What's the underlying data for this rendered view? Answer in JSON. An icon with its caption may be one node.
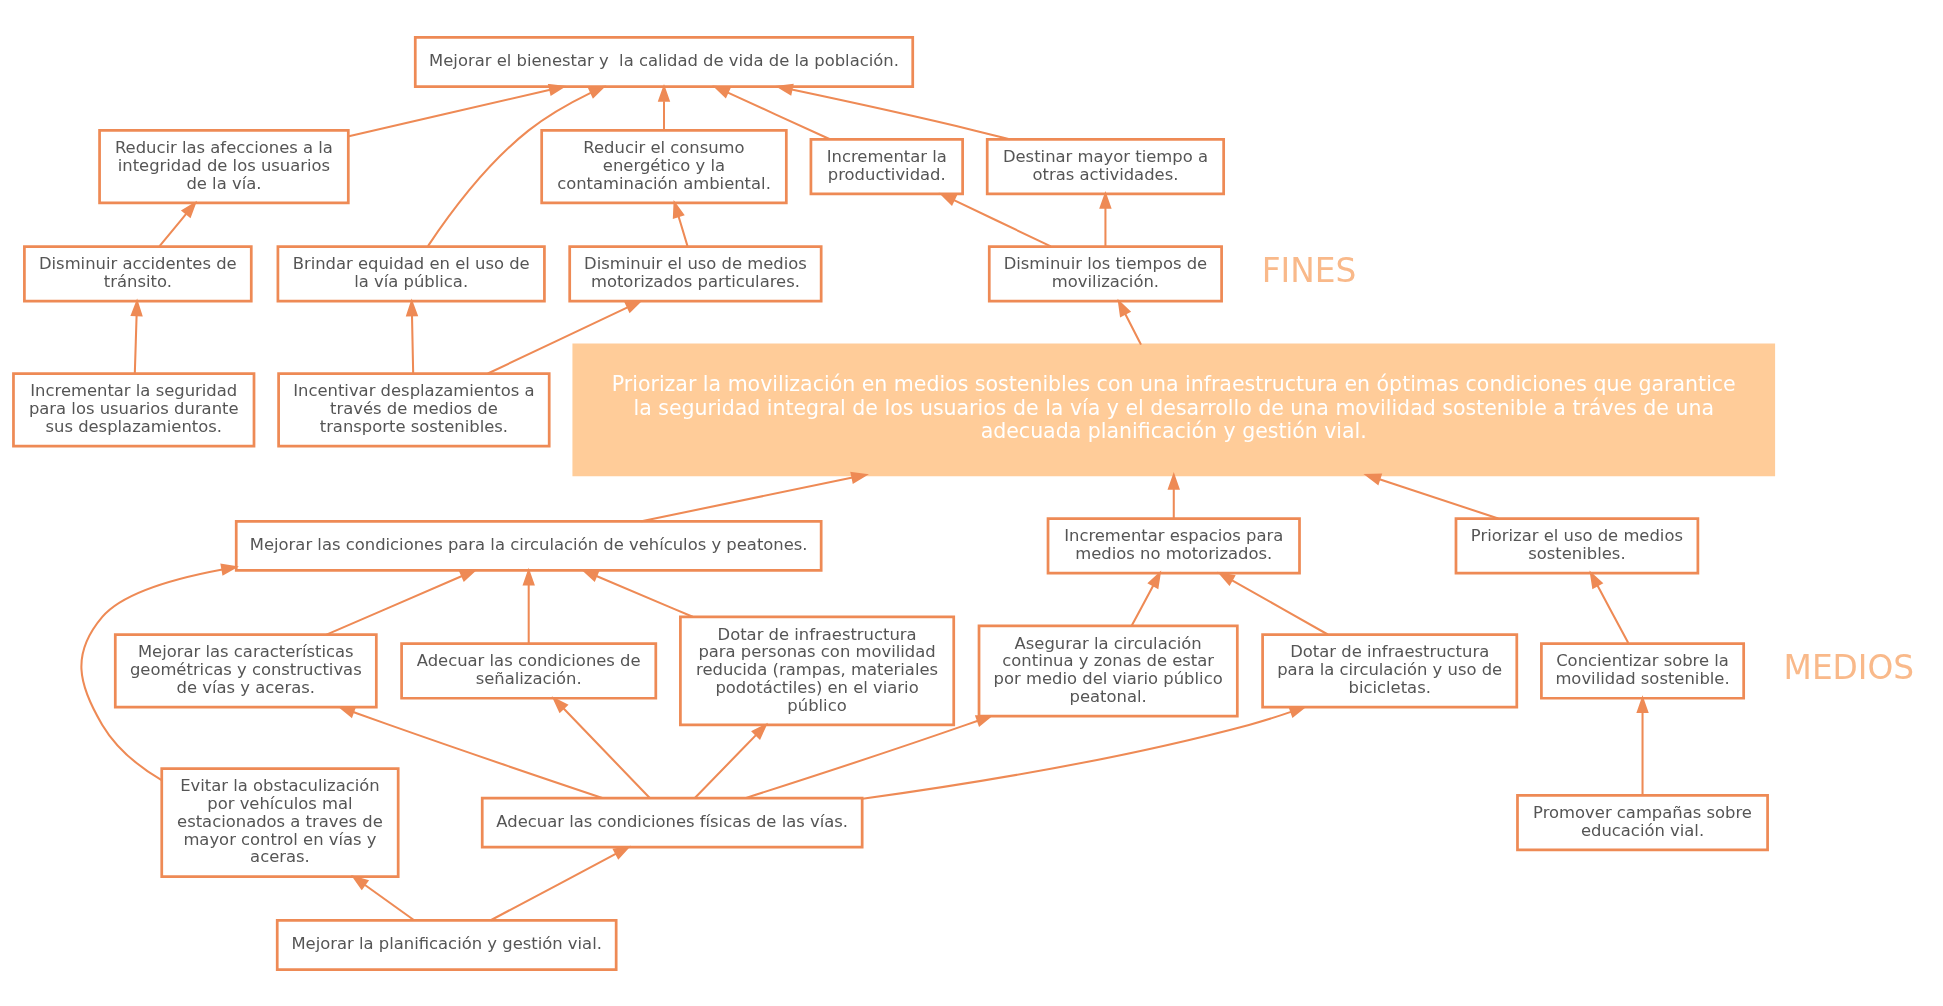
{
  "diagram": {
    "nodes": [
      {
        "text": [
          "Mejorar el bienestar y  la calidad de vida de la población."
        ]
      },
      {
        "text": [
          "Reducir las afecciones a la integridad de los usuarios de la vía."
        ]
      },
      {
        "text": [
          "Brindar equidad en el uso de la vía pública."
        ]
      },
      {
        "text": [
          "Reducir el consumo energético y la contaminación ambiental."
        ]
      },
      {
        "text": [
          "Disminuir accidentes de tránsito."
        ]
      },
      {
        "text": [
          "Disminuir el uso de medios motorizados particulares."
        ]
      },
      {
        "text": [
          "Incrementar la productividad."
        ]
      },
      {
        "text": [
          "Destinar mayor tiempo a otras actividades."
        ]
      },
      {
        "text": [
          "Incrementar la seguridad para los usuarios durante sus desplazamientos."
        ]
      },
      {
        "text": [
          "Incentivar desplazamientos a través de medios de transporte sostenibles."
        ]
      },
      {
        "text": [
          "Disminuir los tiempos de movilización."
        ]
      },
      {
        "text": [
          "Priorizar la movilización en medios sostenibles con una infraestructura en óptimas condiciones que garantice la seguridad integral de los usuarios de la vía y el desarrollo de una movilidad sostenible a tráves de una adecuada planificación y gestión vial."
        ]
      },
      {
        "text": [
          "Incrementar espacios para medios no motorizados."
        ]
      },
      {
        "text": [
          "Mejorar las condiciones para la circulación de vehículos y peatones."
        ]
      },
      {
        "text": [
          "Priorizar el uso de medios sostenibles."
        ]
      },
      {
        "text": [
          "Asegurar la circulación continua y zonas de estar por medio del viario público peatonal."
        ]
      },
      {
        "text": [
          "Dotar de infraestructura para la circulación y uso de bicicletas."
        ]
      },
      {
        "text": [
          "Mejorar las características geométricas y constructivas de vías y aceras."
        ]
      },
      {
        "text": [
          "Adecuar las condiciones de señalización."
        ]
      },
      {
        "text": [
          "Dotar de infraestructura para personas con movilidad reducida (rampas, materiales podotáctiles) en el viario público"
        ]
      },
      {
        "text": [
          "Evitar la obstaculización por vehículos mal estacionados a traves de mayor control en vías y aceras."
        ]
      },
      {
        "text": [
          "Concientizar sobre la movilidad sostenible."
        ]
      },
      {
        "text": [
          "Adecuar las condiciones físicas de las vías."
        ]
      },
      {
        "text": [
          "Promover campañas sobre educación vial."
        ]
      },
      {
        "text": [
          "Mejorar la planificación y gestión vial."
        ]
      }
    ],
    "edges": [
      {
        "from": 1,
        "to": 0,
        "arrow": "to"
      },
      {
        "from": 2,
        "to": 0,
        "arrow": "to"
      },
      {
        "from": 3,
        "to": 0,
        "arrow": "to"
      },
      {
        "from": 6,
        "to": 0,
        "arrow": "to"
      },
      {
        "from": 7,
        "to": 0,
        "arrow": "to"
      },
      {
        "from": 4,
        "to": 1,
        "arrow": "to"
      },
      {
        "from": 5,
        "to": 3,
        "arrow": "to"
      },
      {
        "from": 8,
        "to": 4,
        "arrow": "to"
      },
      {
        "from": 9,
        "to": 2,
        "arrow": "to"
      },
      {
        "from": 9,
        "to": 5,
        "arrow": "to"
      },
      {
        "from": 10,
        "to": 6,
        "arrow": "to"
      },
      {
        "from": 10,
        "to": 7,
        "arrow": "to"
      },
      {
        "from": 11,
        "to": 10,
        "arrow": "to"
      },
      {
        "from": 12,
        "to": 11,
        "arrow": "to"
      },
      {
        "from": 13,
        "to": 11,
        "arrow": "to"
      },
      {
        "from": 14,
        "to": 11,
        "arrow": "to"
      },
      {
        "from": 15,
        "to": 12,
        "arrow": "to"
      },
      {
        "from": 16,
        "to": 12,
        "arrow": "to"
      },
      {
        "from": 17,
        "to": 13,
        "arrow": "to"
      },
      {
        "from": 18,
        "to": 13,
        "arrow": "to"
      },
      {
        "from": 19,
        "to": 13,
        "arrow": "to"
      },
      {
        "from": 20,
        "to": 13,
        "arrow": "to"
      },
      {
        "from": 21,
        "to": 14,
        "arrow": "to"
      },
      {
        "from": 22,
        "to": 15,
        "arrow": "to"
      },
      {
        "from": 22,
        "to": 16,
        "arrow": "to"
      },
      {
        "from": 22,
        "to": 17,
        "arrow": "to"
      },
      {
        "from": 22,
        "to": 18,
        "arrow": "to"
      },
      {
        "from": 22,
        "to": 19,
        "arrow": "to"
      },
      {
        "from": 24,
        "to": 22,
        "arrow": "to"
      },
      {
        "from": 24,
        "to": 20,
        "arrow": "to"
      },
      {
        "from": 23,
        "to": 21,
        "arrow": "to"
      }
    ],
    "labels": [
      "FINES",
      "MEDIOS"
    ]
  }
}
